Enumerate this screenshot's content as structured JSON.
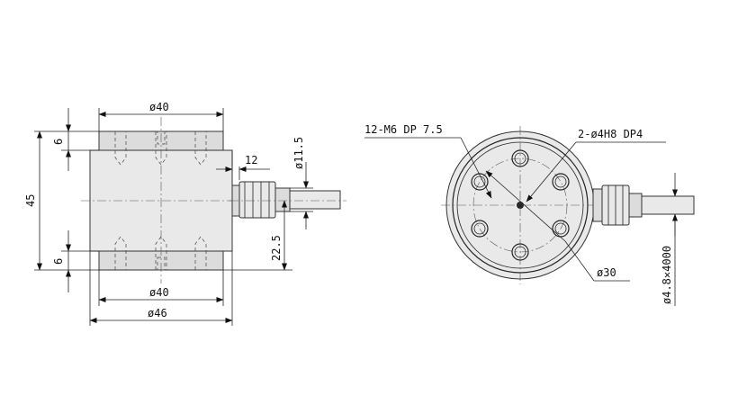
{
  "side_view": {
    "top_diameter": "ø40",
    "bottom_diameter": "ø40",
    "body_diameter": "ø46",
    "height": "45",
    "top_flange_thickness": "6",
    "bottom_flange_thickness": "6",
    "connector_offset": "12",
    "connector_diameter": "ø11.5",
    "connector_height": "22.5"
  },
  "top_view": {
    "mounting_holes": "12-M6 DP 7.5",
    "locating_holes": "2-ø4H8 DP4",
    "bolt_circle": "ø30",
    "cable": "ø4.8✕4000"
  }
}
